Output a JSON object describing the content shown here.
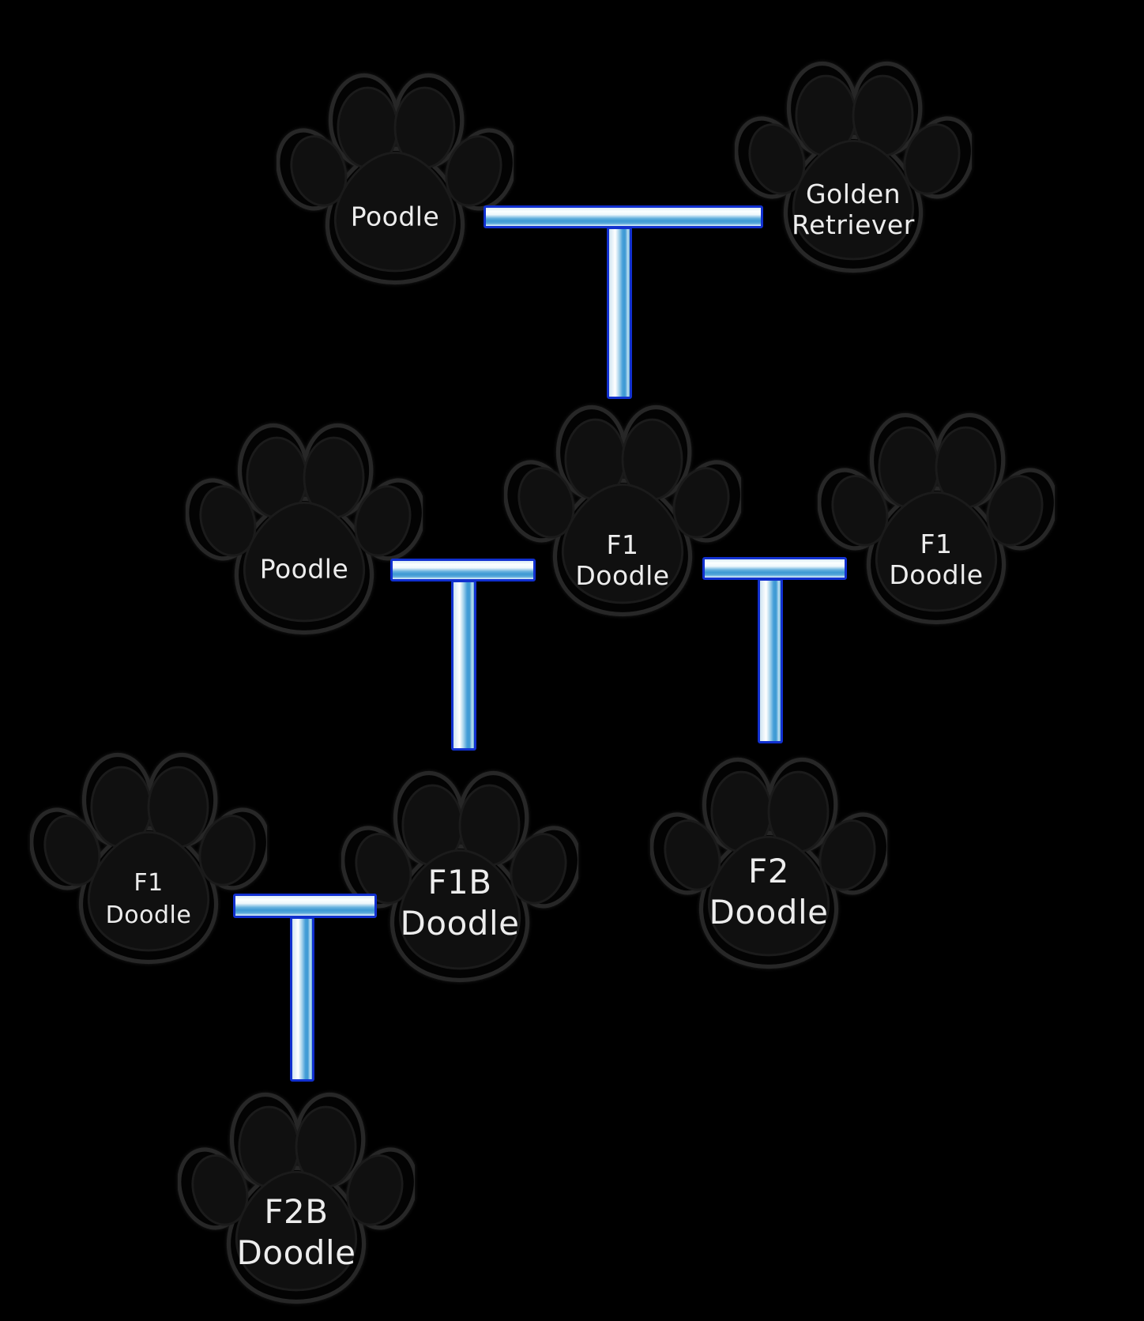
{
  "diagram": {
    "background_color": "#000000",
    "text_color": "#ededed",
    "bar_border_color": "#1130cf",
    "bar_fill_color": "#3d99d3",
    "bar_highlight_color": "#ffffff",
    "paw_fill_color": "#101010",
    "nodes": {
      "poodle_top": {
        "line1": "Poodle",
        "line2": ""
      },
      "golden_retriever": {
        "line1": "Golden",
        "line2": "Retriever"
      },
      "poodle_mid": {
        "line1": "Poodle",
        "line2": ""
      },
      "f1_doodle_mid": {
        "line1": "F1",
        "line2": "Doodle"
      },
      "f1_doodle_right": {
        "line1": "F1",
        "line2": "Doodle"
      },
      "f1_doodle_left": {
        "line1": "F1",
        "line2": "Doodle"
      },
      "f1b_doodle": {
        "line1": "F1B",
        "line2": "Doodle"
      },
      "f2_doodle": {
        "line1": "F2",
        "line2": "Doodle"
      },
      "f2b_doodle": {
        "line1": "F2B",
        "line2": "Doodle"
      }
    }
  }
}
